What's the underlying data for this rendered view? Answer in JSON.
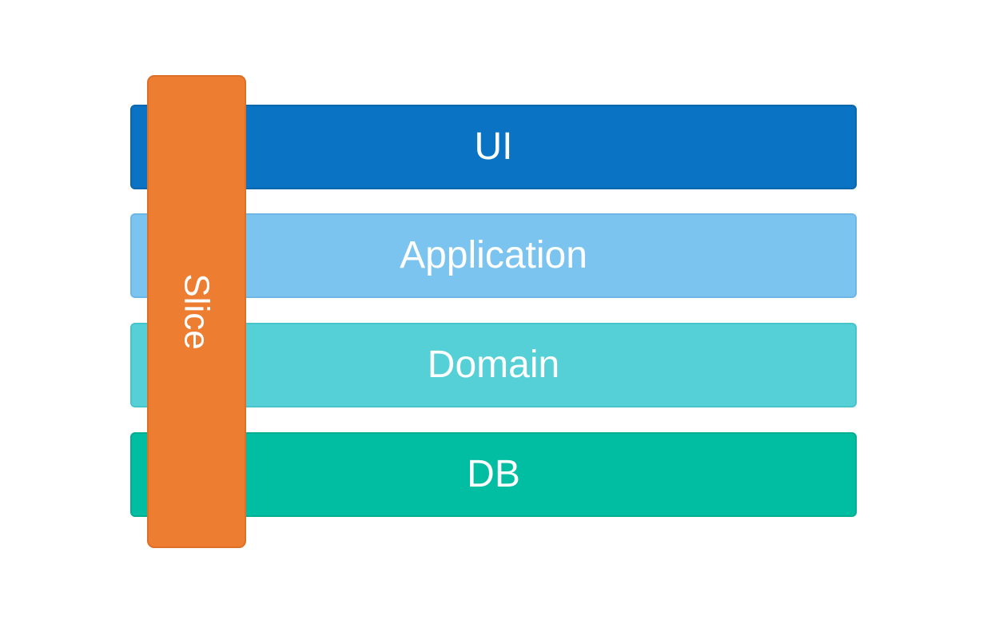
{
  "canvas": {
    "background": "#ffffff",
    "label_color": "#ffffff"
  },
  "layers": [
    {
      "label": "UI",
      "fill": "#0a73c4",
      "border": "#0967ae"
    },
    {
      "label": "Application",
      "fill": "#7cc4f0",
      "border": "#6eb6e6"
    },
    {
      "label": "Domain",
      "fill": "#55d0d7",
      "border": "#46c3cb"
    },
    {
      "label": "DB",
      "fill": "#01bda1",
      "border": "#02ae93"
    }
  ],
  "slice": {
    "label": "Slice",
    "fill": "#ed7d31",
    "border": "#dd6f26"
  }
}
